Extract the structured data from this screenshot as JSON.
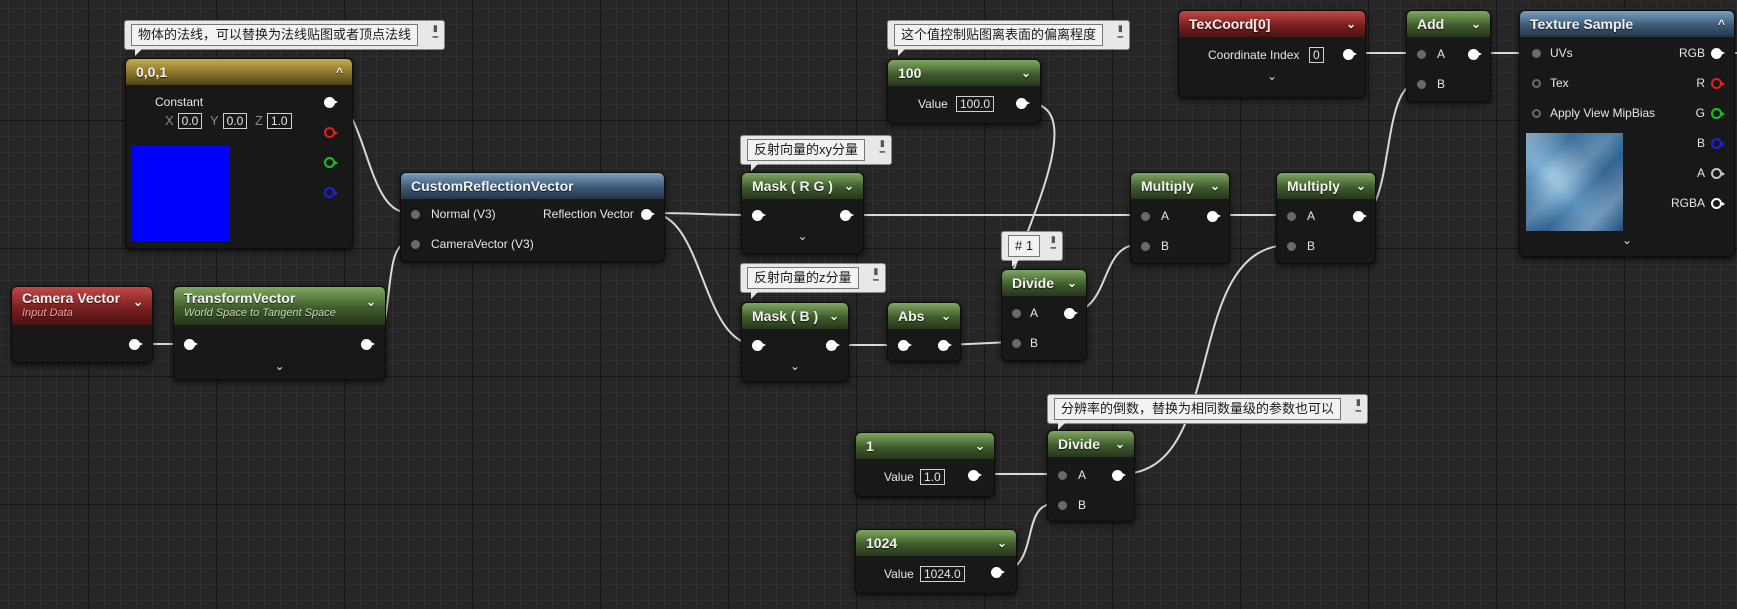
{
  "colors": {
    "wire": "#d9d9d9",
    "wire_dark": "#9a9a9a",
    "constant_swatch": "#0000ff",
    "pin_r": "#e02020",
    "pin_g": "#20c020",
    "pin_b": "#2020e0",
    "pin_a": "#c8c8c8"
  },
  "comments": {
    "normal": "物体的法线，可以替换为法线贴图或者顶点法线",
    "offset": "这个值控制贴图离表面的偏离程度",
    "xy": "反射向量的xy分量",
    "z": "反射向量的z分量",
    "one": "# 1",
    "reciprocal": "分辨率的倒数，替换为相同数量级的参数也可以"
  },
  "nodes": {
    "constant3": {
      "title": "0,0,1",
      "constant_label": "Constant",
      "x_label": "X",
      "x_value": "0.0",
      "y_label": "Y",
      "y_value": "0.0",
      "z_label": "Z",
      "z_value": "1.0"
    },
    "camera_vector": {
      "title": "Camera Vector",
      "subtitle": "Input Data"
    },
    "transform_vector": {
      "title": "TransformVector",
      "subtitle": "World Space to Tangent Space"
    },
    "custom_reflection": {
      "title": "CustomReflectionVector",
      "input_normal": "Normal (V3)",
      "input_camera": "CameraVector (V3)",
      "output": "Reflection Vector"
    },
    "mask_rg": {
      "title": "Mask ( R G )"
    },
    "mask_b": {
      "title": "Mask ( B )"
    },
    "abs": {
      "title": "Abs"
    },
    "param_100": {
      "title": "100",
      "value_label": "Value",
      "value": "100.0"
    },
    "divide_1": {
      "title": "Divide",
      "a": "A",
      "b": "B"
    },
    "multiply_1": {
      "title": "Multiply",
      "a": "A",
      "b": "B"
    },
    "multiply_2": {
      "title": "Multiply",
      "a": "A",
      "b": "B"
    },
    "texcoord": {
      "title": "TexCoord[0]",
      "label": "Coordinate Index",
      "value": "0"
    },
    "add": {
      "title": "Add",
      "a": "A",
      "b": "B"
    },
    "texture_sample": {
      "title": "Texture Sample",
      "in_uvs": "UVs",
      "in_tex": "Tex",
      "in_mip": "Apply View MipBias",
      "out_rgb": "RGB",
      "out_r": "R",
      "out_g": "G",
      "out_b": "B",
      "out_a": "A",
      "out_rgba": "RGBA"
    },
    "param_1": {
      "title": "1",
      "value_label": "Value",
      "value": "1.0"
    },
    "divide_2": {
      "title": "Divide",
      "a": "A",
      "b": "B"
    },
    "param_1024": {
      "title": "1024",
      "value_label": "Value",
      "value": "1024.0"
    }
  }
}
